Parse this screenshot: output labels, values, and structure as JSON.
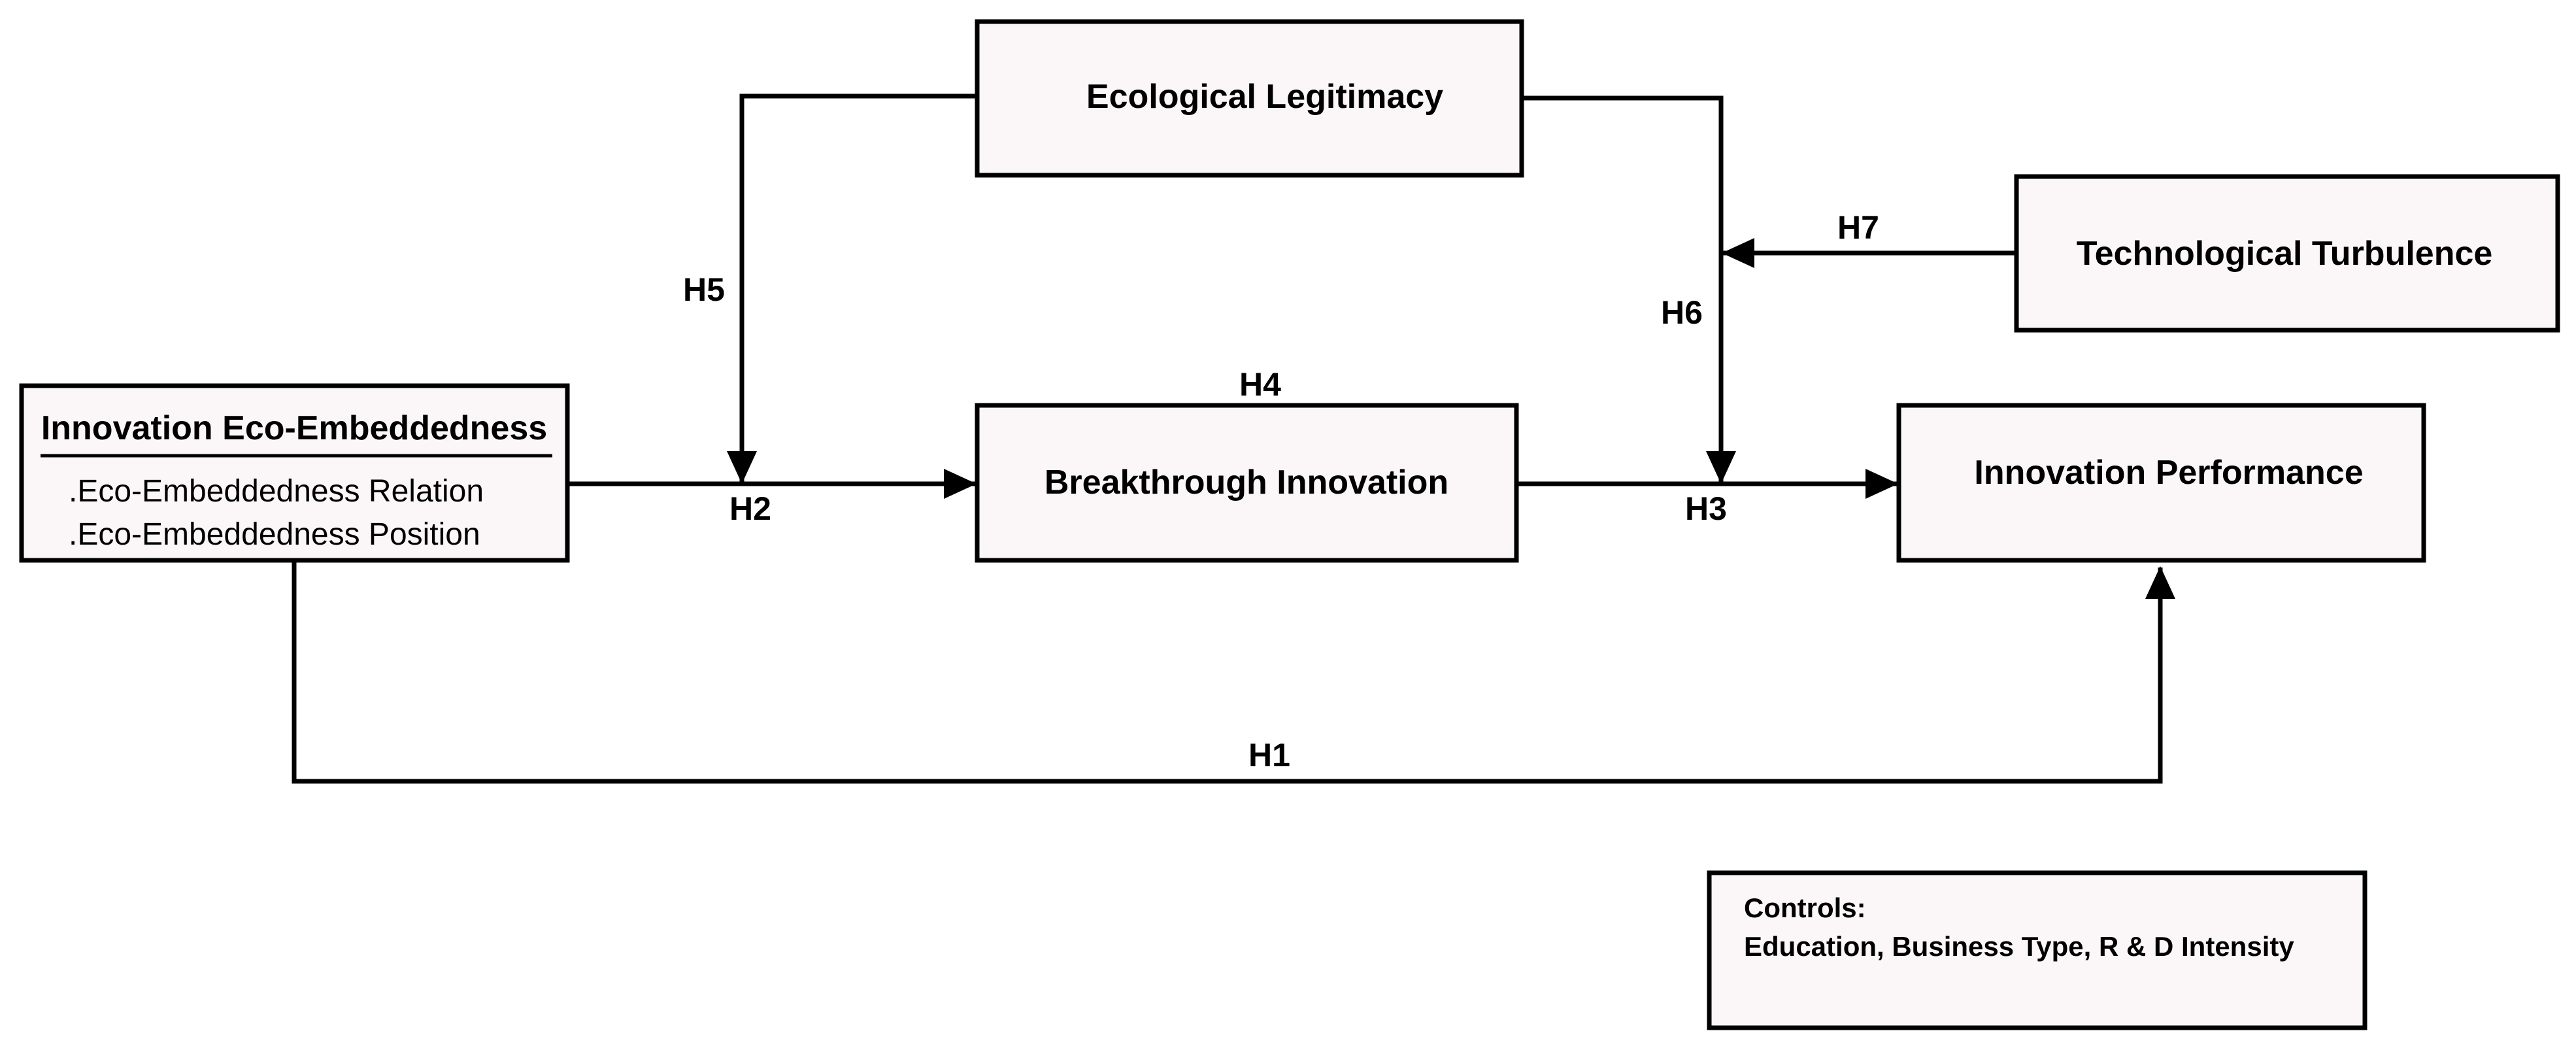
{
  "boxes": {
    "eco_embeddedness": {
      "title": "Innovation Eco-Embeddedness",
      "items": [
        ".Eco-Embeddedness Relation",
        ".Eco-Embeddedness Position"
      ]
    },
    "breakthrough": {
      "title": "Breakthrough Innovation"
    },
    "performance": {
      "title": "Innovation Performance"
    },
    "legitimacy": {
      "title": "Ecological Legitimacy"
    },
    "turbulence": {
      "title": "Technological Turbulence"
    }
  },
  "hypotheses": {
    "h1": "H1",
    "h2": "H2",
    "h3": "H3",
    "h4": "H4",
    "h5": "H5",
    "h6": "H6",
    "h7": "H7"
  },
  "controls": {
    "heading": "Controls:",
    "list": "Education, Business Type, R & D Intensity"
  },
  "colors": {
    "box_fill": "#fbf7f8",
    "stroke": "#000000"
  }
}
